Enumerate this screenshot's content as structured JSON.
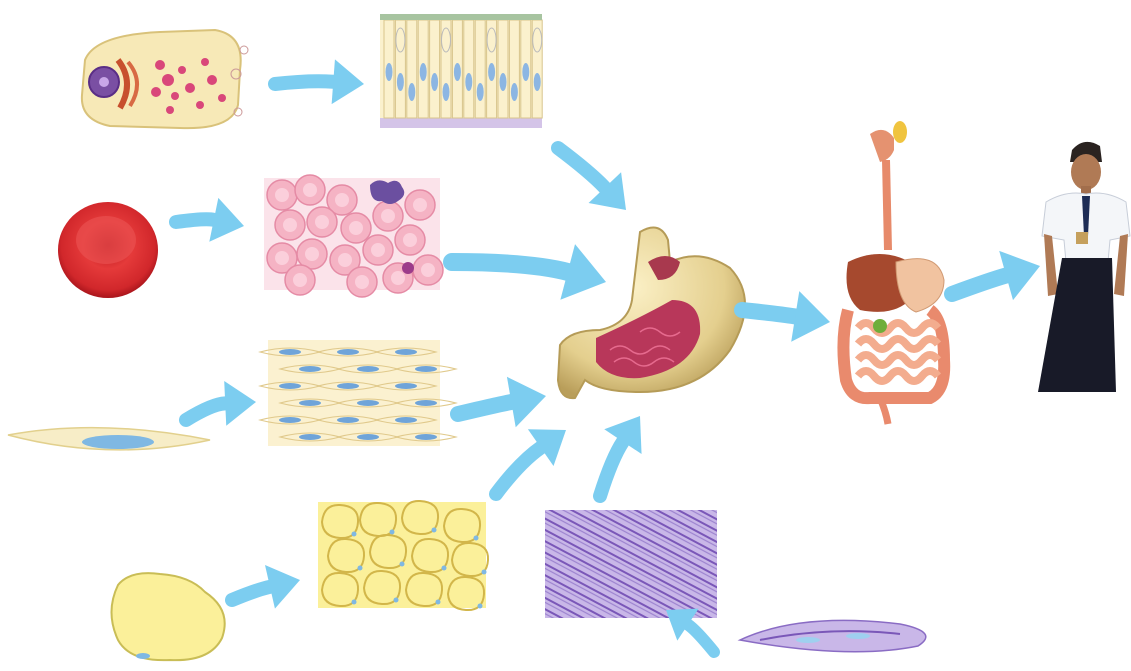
{
  "diagram": {
    "caption": "",
    "levels": [
      "cell",
      "tissue",
      "organ",
      "organ-system",
      "organism"
    ],
    "colors": {
      "arrow": "#7ccdf0",
      "secretory_cell": "#f7e9b7",
      "red_blood_cell": "#d92e2e",
      "smooth_muscle_cell": "#f7edc7",
      "fat_cell": "#fbf09a",
      "skeletal_muscle": "#8b6cc4",
      "stomach": "#e7d49b",
      "intestine": "#f2a286"
    },
    "items": [
      {
        "name": "secretory-cell-icon",
        "level": "cell"
      },
      {
        "name": "epithelial-tissue-icon",
        "level": "tissue"
      },
      {
        "name": "red-blood-cell-icon",
        "level": "cell"
      },
      {
        "name": "blood-tissue-icon",
        "level": "tissue"
      },
      {
        "name": "smooth-muscle-cell-icon",
        "level": "cell"
      },
      {
        "name": "smooth-muscle-tissue-icon",
        "level": "tissue"
      },
      {
        "name": "fat-cell-icon",
        "level": "cell"
      },
      {
        "name": "adipose-tissue-icon",
        "level": "tissue"
      },
      {
        "name": "skeletal-muscle-tissue-icon",
        "level": "tissue"
      },
      {
        "name": "muscle-fiber-cell-icon",
        "level": "cell"
      },
      {
        "name": "stomach-organ-icon",
        "level": "organ"
      },
      {
        "name": "digestive-system-icon",
        "level": "organ-system"
      },
      {
        "name": "student-organism-icon",
        "level": "organism"
      }
    ]
  }
}
